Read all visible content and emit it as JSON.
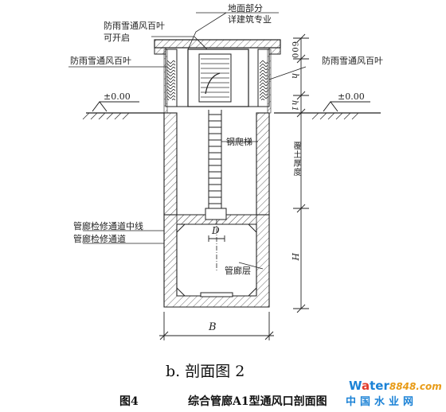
{
  "labels": {
    "surface_part_line1": "地面部分",
    "surface_part_line2": "详建筑专业",
    "louver_openable_line1": "防雨雪通风百叶",
    "louver_openable_line2": "可开启",
    "louver_left": "防雨雪通风百叶",
    "louver_right": "防雨雪通风百叶",
    "elevation_left": "±0.00",
    "elevation_right": "±0.00",
    "ladder": "钢爬梯",
    "corridor_centerline": "管廊检修通道中线",
    "corridor_passage": "管廊检修通道",
    "pipe_layer": "管廊层",
    "dim_600": "600",
    "dim_h": "h",
    "dim_h1": "h1",
    "dim_cover": "覆土厚度",
    "dim_H": "H",
    "dim_D": "D",
    "dim_B": "B"
  },
  "subcaption": "b. 剖面图 2",
  "caption": {
    "figure": "图4",
    "title": "综合管廊A1型通风口剖面图"
  },
  "watermark": {
    "brand_w": "W",
    "brand_a": "a",
    "brand_rest": "ter",
    "brand_num": "8848",
    "brand_suffix": ".com",
    "cn": "中国水业网"
  },
  "colors": {
    "line": "#1a1a1a",
    "concrete_hatch": "#555555",
    "watermark_blue": "#1b82d6",
    "watermark_red": "#e23b2a"
  }
}
